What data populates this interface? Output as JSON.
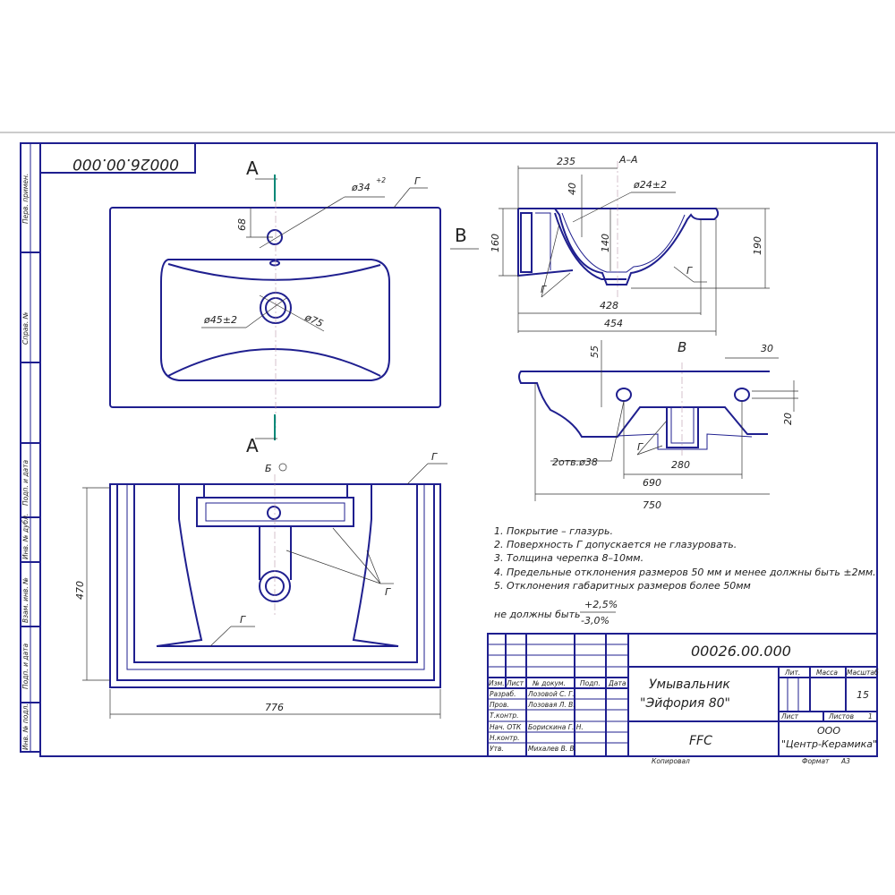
{
  "drawing_number": "00026.00.000",
  "stamp_number_rotated": "00026.00.000",
  "side_strip": [
    "Перв. примен.",
    "Справ. №",
    "Подп. и дата",
    "Инв. № дубл.",
    "Взам. инв. №",
    "Подп. и дата",
    "Инв. № подл."
  ],
  "top_view": {
    "section_label": "А",
    "view_label": "В",
    "dim_hole": "ø34",
    "dim_hole_tol": "+2",
    "dim_68": "68",
    "dim_drain_inner": "ø45±2",
    "dim_drain_outer": "ø75",
    "surface_g": "Г"
  },
  "bottom_view": {
    "label": "Б",
    "dim_height": "470",
    "dim_width": "776",
    "surface_g": "Г"
  },
  "section_aa": {
    "title": "А–А",
    "dim_235": "235",
    "dim_40": "40",
    "dim_overflow": "ø24±2",
    "dim_160": "160",
    "dim_140": "140",
    "dim_190": "190",
    "dim_428": "428",
    "dim_454": "454",
    "surface_g": "Г"
  },
  "view_b": {
    "title": "В",
    "dim_55": "55",
    "dim_30": "30",
    "dim_20": "20",
    "holes": "2отв.ø38",
    "dim_280": "280",
    "dim_690": "690",
    "dim_750": "750",
    "surface_g": "Г"
  },
  "notes": [
    "1. Покрытие – глазурь.",
    "2. Поверхность Г допускается не глазуровать.",
    "3. Толщина черепка 8–10мм.",
    "4. Предельные отклонения размеров 50 мм и менее должны быть ±2мм.",
    "5. Отклонения габаритных размеров более 50мм"
  ],
  "note_tail": "не должны быть",
  "tol_plus": "+2,5%",
  "tol_minus": "-3,0%",
  "title_block": {
    "headers": [
      "Изм.",
      "Лист",
      "№ докум.",
      "Подп.",
      "Дата"
    ],
    "rows": [
      {
        "role": "Разраб.",
        "name": "Лозовой С. Г."
      },
      {
        "role": "Пров.",
        "name": "Лозовая Л. В."
      },
      {
        "role": "Т.контр.",
        "name": ""
      },
      {
        "role": "Нач. ОТК",
        "name": "Борискина Г. Н."
      },
      {
        "role": "Н.контр.",
        "name": ""
      },
      {
        "role": "Утв.",
        "name": "Михалев В. В."
      }
    ],
    "title_line1": "Умывальник",
    "title_line2": "\"Эйфория 80\"",
    "material": "FFC",
    "lit": "Лит.",
    "mass": "Масса",
    "scale_label": "Масштаб",
    "scale": "15",
    "sheet": "Лист",
    "sheets": "Листов",
    "sheets_value": "1",
    "org_line1": "ООО",
    "org_line2": "\"Центр-Керамика\"",
    "copied": "Копировал",
    "format": "Формат",
    "format_value": "А3"
  }
}
